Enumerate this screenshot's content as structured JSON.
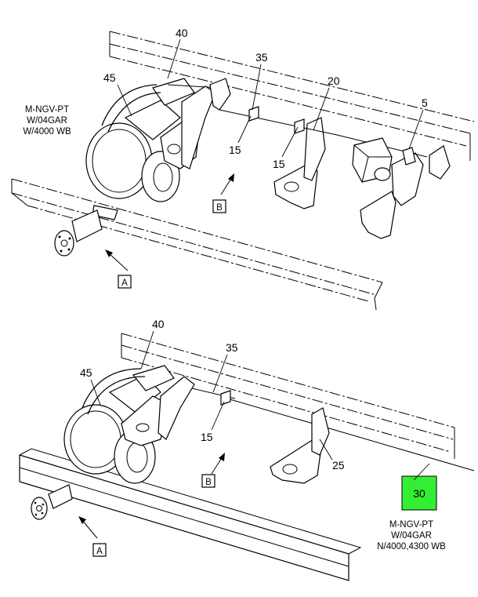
{
  "upper_assembly": {
    "note_lines": [
      "M-NGV-PT",
      "W/04GAR",
      "W/4000 WB"
    ],
    "callouts": {
      "c40": "40",
      "c35": "35",
      "c45": "45",
      "c20": "20",
      "c5": "5",
      "c15a": "15",
      "c15b": "15"
    },
    "view_labels": {
      "a": "A",
      "b": "B"
    }
  },
  "lower_assembly": {
    "note_lines": [
      "M-NGV-PT",
      "W/04GAR",
      "N/4000,4300 WB"
    ],
    "callouts": {
      "c40": "40",
      "c35": "35",
      "c45": "45",
      "c15": "15",
      "c25": "25"
    },
    "highlight_callout": "30",
    "highlight_color": "#33ee33",
    "view_labels": {
      "a": "A",
      "b": "B"
    }
  }
}
